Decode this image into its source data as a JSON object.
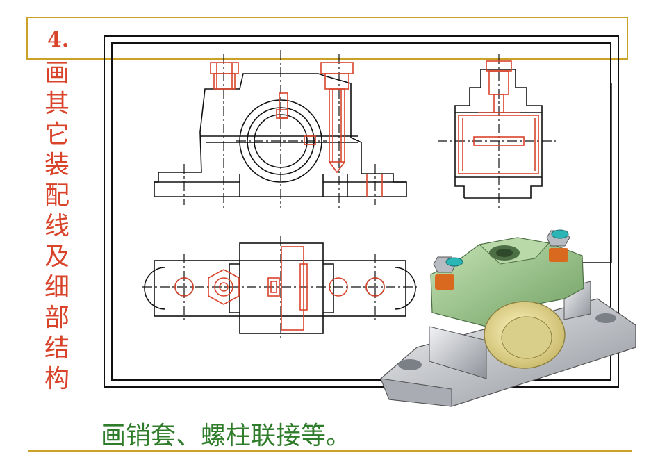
{
  "slide": {
    "step_number": "4.",
    "vertical_title": "画其它装配线及细部结构",
    "caption": "画销套、螺柱联接等。"
  },
  "colors": {
    "title_red": "#d8432a",
    "caption_green": "#2f7d2a",
    "frame_gold": "#c9a227",
    "line_black": "#111111",
    "line_red": "#d8432a",
    "model_green": "#9fc98e",
    "model_gray": "#c8cbd0"
  },
  "icons": {
    "drawing": "technical-drawing",
    "model": "bearing-block-3d-model"
  }
}
